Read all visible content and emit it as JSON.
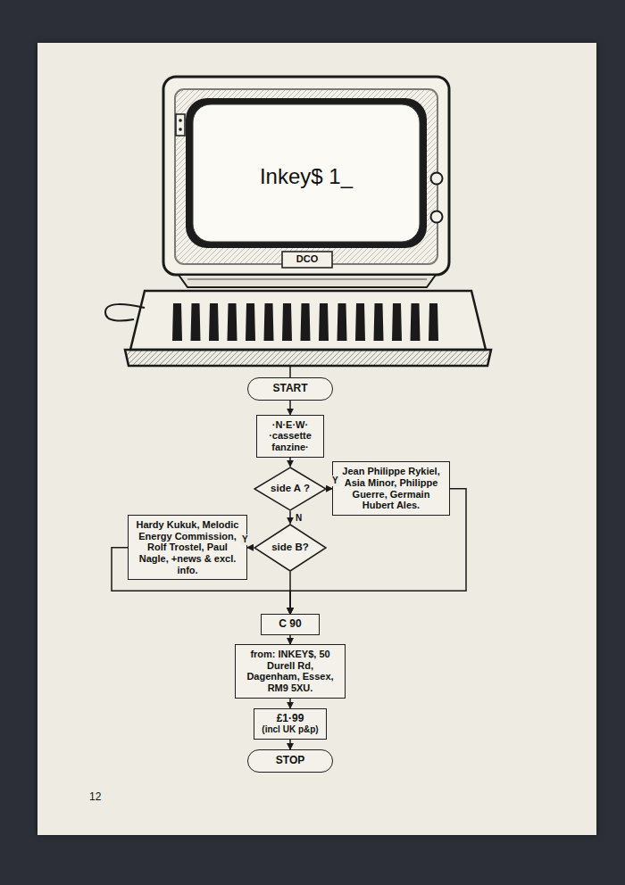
{
  "diagram": {
    "nodes": [
      {
        "text": [
          "START"
        ]
      },
      {
        "text": [
          "·N·E·W· ·cassette fanzine·"
        ]
      },
      {
        "text": [
          "side A ?"
        ]
      },
      {
        "text": [
          "Jean Philippe Rykiel, Asia Minor, Philippe Guerre, Germain Hubert Ales."
        ]
      },
      {
        "text": [
          "side B?"
        ]
      },
      {
        "text": [
          "Hardy Kukuk, Melodic Energy Commission, Rolf Trostel, Paul Nagle, +news & excl. info."
        ]
      },
      {
        "text": [
          "C 90"
        ]
      },
      {
        "text": [
          "from: INKEY$, 50 Durell Rd, Dagenham, Essex, RM9 5XU."
        ]
      },
      {
        "text": [
          "£1·99",
          "(incl UK p&p)"
        ]
      },
      {
        "text": [
          "STOP"
        ]
      }
    ],
    "edges": [
      {
        "from": 0,
        "to": 1,
        "arrow": "to"
      },
      {
        "from": 1,
        "to": 2,
        "arrow": "to"
      },
      {
        "from": 2,
        "to": 3,
        "label": "Y",
        "arrow": "to"
      },
      {
        "from": 2,
        "to": 4,
        "label": "N",
        "arrow": "to"
      },
      {
        "from": 4,
        "to": 5,
        "label": "Y",
        "arrow": "to"
      },
      {
        "from": 3,
        "to": 6,
        "arrow": "to"
      },
      {
        "from": 5,
        "to": 6,
        "arrow": "to"
      },
      {
        "from": 4,
        "to": 6,
        "arrow": "to"
      },
      {
        "from": 6,
        "to": 7,
        "arrow": "to"
      },
      {
        "from": 7,
        "to": 8,
        "arrow": "to"
      },
      {
        "from": 8,
        "to": 9,
        "arrow": "to"
      }
    ],
    "labels": [
      "Inkey$ 1_",
      "DCO",
      "12"
    ]
  }
}
